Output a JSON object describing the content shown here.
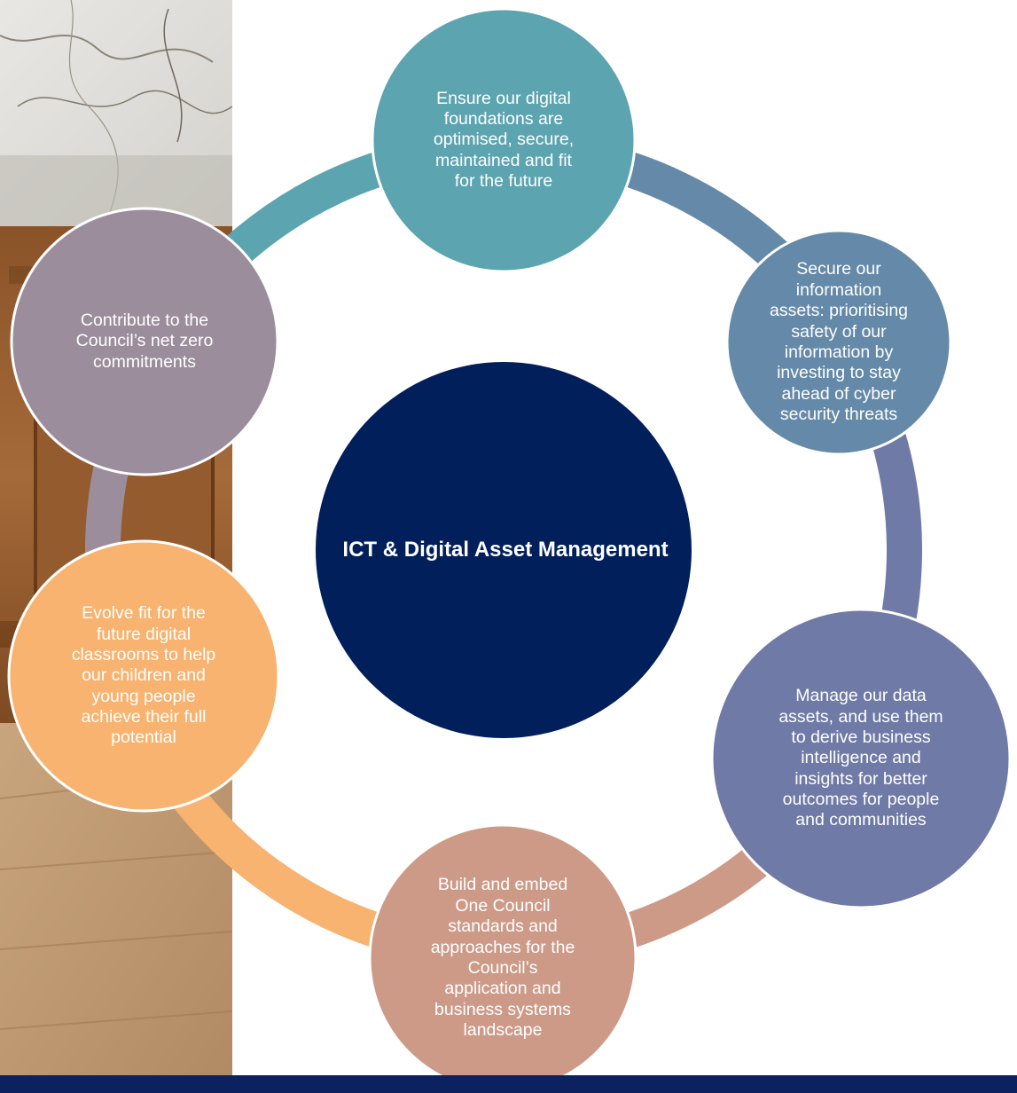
{
  "center": {
    "title": "ICT & Digital Asset Management"
  },
  "nodes": [
    {
      "id": "top",
      "text": "Ensure our digital foundations are optimised, secure, maintained and fit for the future",
      "color": "#5ca4b0"
    },
    {
      "id": "upper-right",
      "text": "Secure our information assets: prioritising safety of our information by investing to stay ahead of cyber security threats",
      "color": "#6589a8"
    },
    {
      "id": "lower-right",
      "text": "Manage our data assets, and use them to derive business intelligence and insights for better outcomes for people and communities",
      "color": "#6f7aa6"
    },
    {
      "id": "bottom",
      "text": "Build and embed One Council standards and approaches for the Council’s application and business systems landscape",
      "color": "#cd9a88"
    },
    {
      "id": "lower-left",
      "text": "Evolve fit for the future digital classrooms to help our children and young people achieve their full potential",
      "color": "#f7b36f"
    },
    {
      "id": "upper-left",
      "text": "Contribute to the Council’s net zero commitments",
      "color": "#9b8d9b"
    }
  ],
  "colors": {
    "center": "#001f5b",
    "footer": "#0b2160",
    "ring_text": "#ffffff"
  }
}
